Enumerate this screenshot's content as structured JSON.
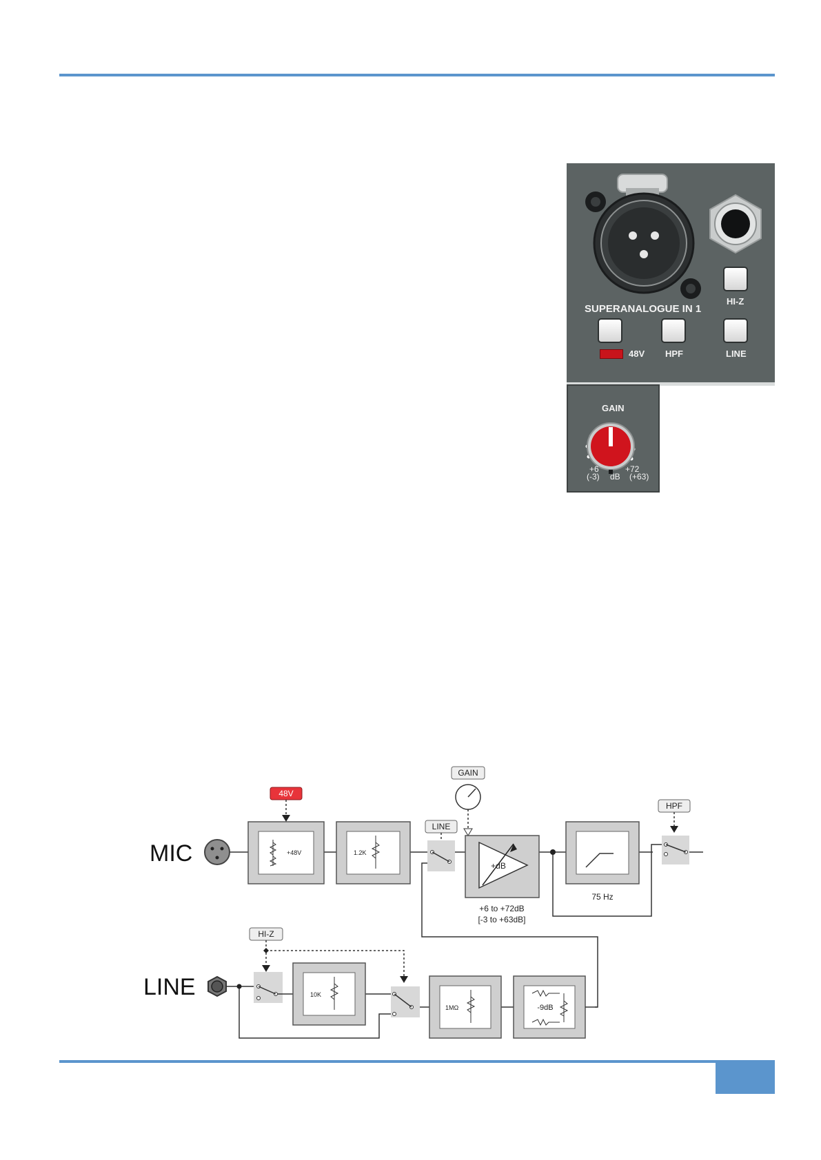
{
  "panel": {
    "channel_label": "SUPERANALOGUE IN 1",
    "buttons": {
      "hiz": "HI-Z",
      "phantom": "48V",
      "hpf": "HPF",
      "line": "LINE"
    },
    "gain": {
      "title": "GAIN",
      "min_label": "+6",
      "min_alt": "(-3)",
      "unit": "dB",
      "max_label": "+72",
      "max_alt": "(+63)"
    }
  },
  "diagram": {
    "mic_label": "MIC",
    "line_label": "LINE",
    "tag_48v": "48V",
    "tag_line": "LINE",
    "tag_gain": "GAIN",
    "tag_hpf": "HPF",
    "tag_hiz": "HI-Z",
    "phantom_value": "+48V",
    "mic_resistor": "1.2K",
    "amp_label": "+dB",
    "amp_range": "+6 to +72dB",
    "amp_range_alt": "[-3 to +63dB]",
    "hpf_freq": "75 Hz",
    "hiz_resistor": "10K",
    "line_resistor": "1MΩ",
    "pad_label": "-9dB"
  },
  "colors": {
    "accent": "#5b95cd",
    "panel_grey": "#5c6363",
    "knob_red": "#d0141d",
    "tag_48v_red": "#e8343a"
  }
}
